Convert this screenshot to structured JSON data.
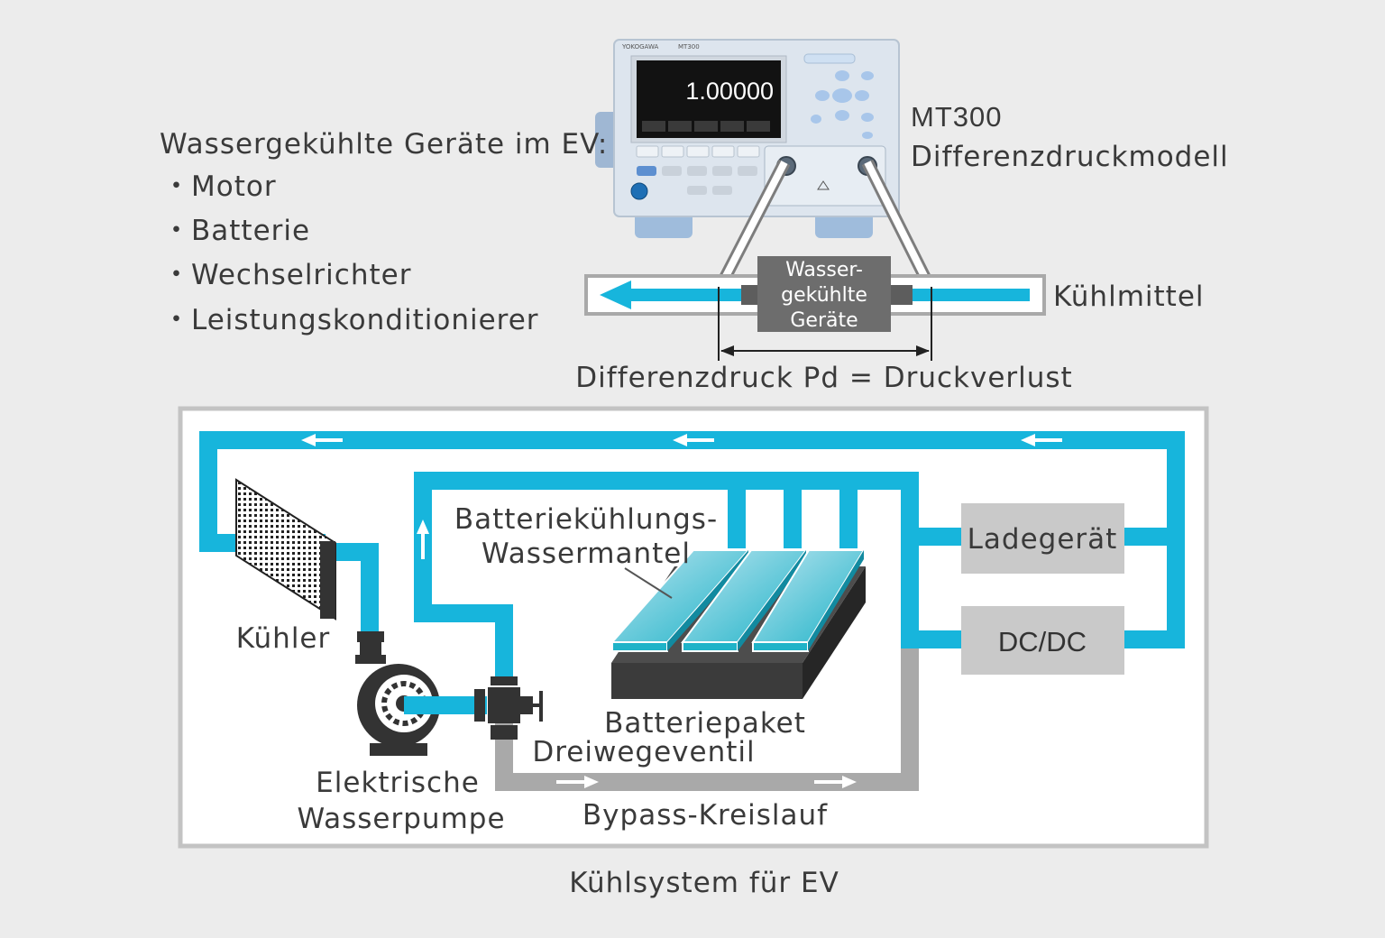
{
  "device": {
    "brand": "YOKOGAWA",
    "model_badge": "MT300",
    "reading": "1.00000",
    "model_name": "MT300",
    "model_desc": "Differenzdruckmodell"
  },
  "devices_list": {
    "heading": "Wassergekühlte Geräte im EV:",
    "items": [
      "・Motor",
      "・Batterie",
      "・Wechselrichter",
      "・Leistungskonditionierer"
    ]
  },
  "measurement": {
    "box_lines": [
      "Wasser-",
      "gekühlte",
      "Geräte"
    ],
    "coolant_label": "Kühlmittel",
    "pressure_label": "Differenzdruck Pd = Druckverlust"
  },
  "system": {
    "battery_jacket_lines": [
      "Batteriekühlungs-",
      "Wassermantel"
    ],
    "charger": "Ladegerät",
    "dcdc": "DC/DC",
    "cooler": "Kühler",
    "pump_lines": [
      "Elektrische",
      "Wasserpumpe"
    ],
    "battery_pack": "Batteriepaket",
    "valve": "Dreiwegeventil",
    "bypass": "Bypass-Kreislauf",
    "caption": "Kühlsystem für EV"
  },
  "colors": {
    "coolant": "#17b5dc",
    "bypass_pipe": "#a9a9a9",
    "box_gray": "#6d6d6d",
    "panel_gray": "#c3c3c3",
    "background": "#ececec"
  }
}
